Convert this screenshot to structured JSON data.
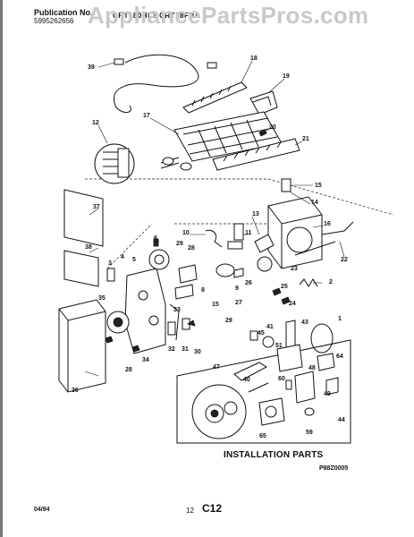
{
  "header": {
    "publication_label": "Publication No.",
    "publication_number": "5995262656",
    "model_text": "CRT180HL3 CRT18FRA"
  },
  "watermark": "AppliancePartsPros.com",
  "diagram": {
    "section_label": "INSTALLATION PARTS",
    "drawing_code": "P88Z0005",
    "callouts": [
      "39",
      "18",
      "19",
      "12",
      "17",
      "20",
      "21",
      "15",
      "14",
      "37",
      "13",
      "16",
      "10",
      "11",
      "6",
      "38",
      "28",
      "29",
      "22",
      "3",
      "4",
      "5",
      "26",
      "23",
      "9",
      "2",
      "25",
      "24",
      "8",
      "35",
      "15",
      "27",
      "33",
      "29",
      "1",
      "43",
      "41",
      "45",
      "32",
      "31",
      "30",
      "51",
      "36",
      "28",
      "34",
      "47",
      "40",
      "60",
      "64",
      "48",
      "49",
      "44",
      "65",
      "59"
    ]
  },
  "footer": {
    "date": "04/94",
    "page": "12",
    "section": "C12"
  }
}
